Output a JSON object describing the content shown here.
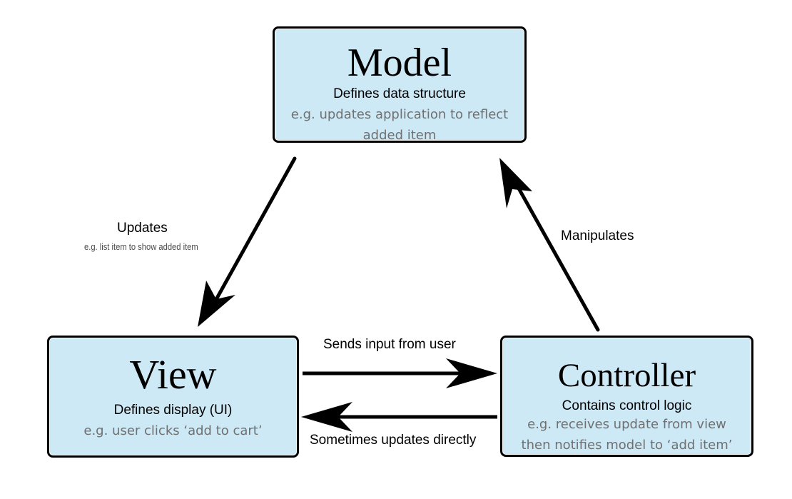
{
  "model": {
    "title": "Model",
    "subtitle": "Defines data structure",
    "example": "e.g. updates application to reflect added item"
  },
  "view": {
    "title": "View",
    "subtitle": "Defines display (UI)",
    "example": "e.g. user clicks ‘add to cart’"
  },
  "controller": {
    "title": "Controller",
    "subtitle": "Contains control logic",
    "example_line1": "e.g. receives update from view",
    "example_line2": "then notifies model to ‘add item’"
  },
  "arrows": {
    "updates": {
      "label": "Updates",
      "example": "e.g. list item to show added item"
    },
    "manipulates": {
      "label": "Manipulates"
    },
    "sends_input": {
      "label": "Sends input from user"
    },
    "sometimes_updates": {
      "label": "Sometimes updates directly"
    }
  },
  "colors": {
    "box_fill": "#cde9f6",
    "box_border": "#000000",
    "example_text": "#707070"
  }
}
